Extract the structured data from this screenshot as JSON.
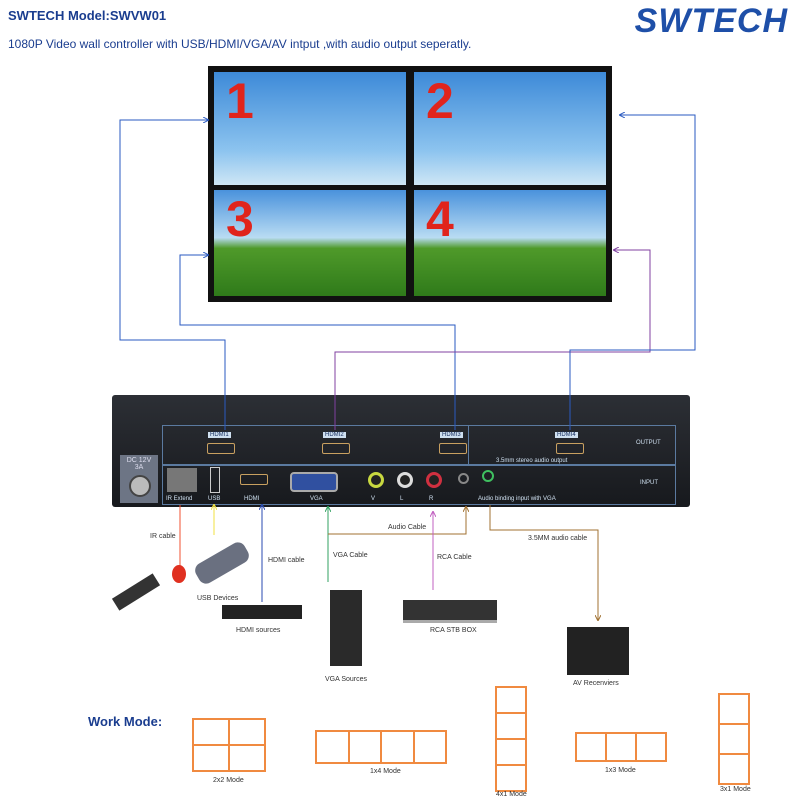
{
  "header": {
    "title": "SWTECH Model:SWVW01",
    "subtitle": "1080P Video wall controller with USB/HDMI/VGA/AV intput ,with audio output seperatly.",
    "logo": "SWTECH"
  },
  "video_wall": {
    "panels": [
      "1",
      "2",
      "3",
      "4"
    ]
  },
  "device": {
    "power": "DC 12V 3A",
    "output_label": "OUTPUT",
    "input_label": "INPUT",
    "outputs": [
      "HDMI1",
      "HDMI2",
      "HDMI3",
      "HDMI4"
    ],
    "inputs": [
      "IR Extend",
      "USB",
      "HDMI",
      "VGA",
      "V",
      "L",
      "R"
    ],
    "audio_out": "3.5mm stereo audio output",
    "audio_in": "Audio binding input with VGA"
  },
  "cables": {
    "ir": "IR cable",
    "hdmi": "HDMI cable",
    "vga": "VGA Cable",
    "audio": "Audio Cable",
    "rca": "RCA Cable",
    "mm": "3.5MM audio cable"
  },
  "devices": {
    "usb": "USB Devices",
    "hdmi": "HDMI sources",
    "vga": "VGA Sources",
    "rca": "RCA STB BOX",
    "av": "AV Recenviers"
  },
  "work_mode": {
    "title": "Work Mode:",
    "modes": [
      "2x2 Mode",
      "1x4 Mode",
      "4x1 Mode",
      "1x3 Mode",
      "3x1 Mode"
    ]
  },
  "colors": {
    "brand": "#1a3d8f",
    "mode": "#f08a40"
  }
}
